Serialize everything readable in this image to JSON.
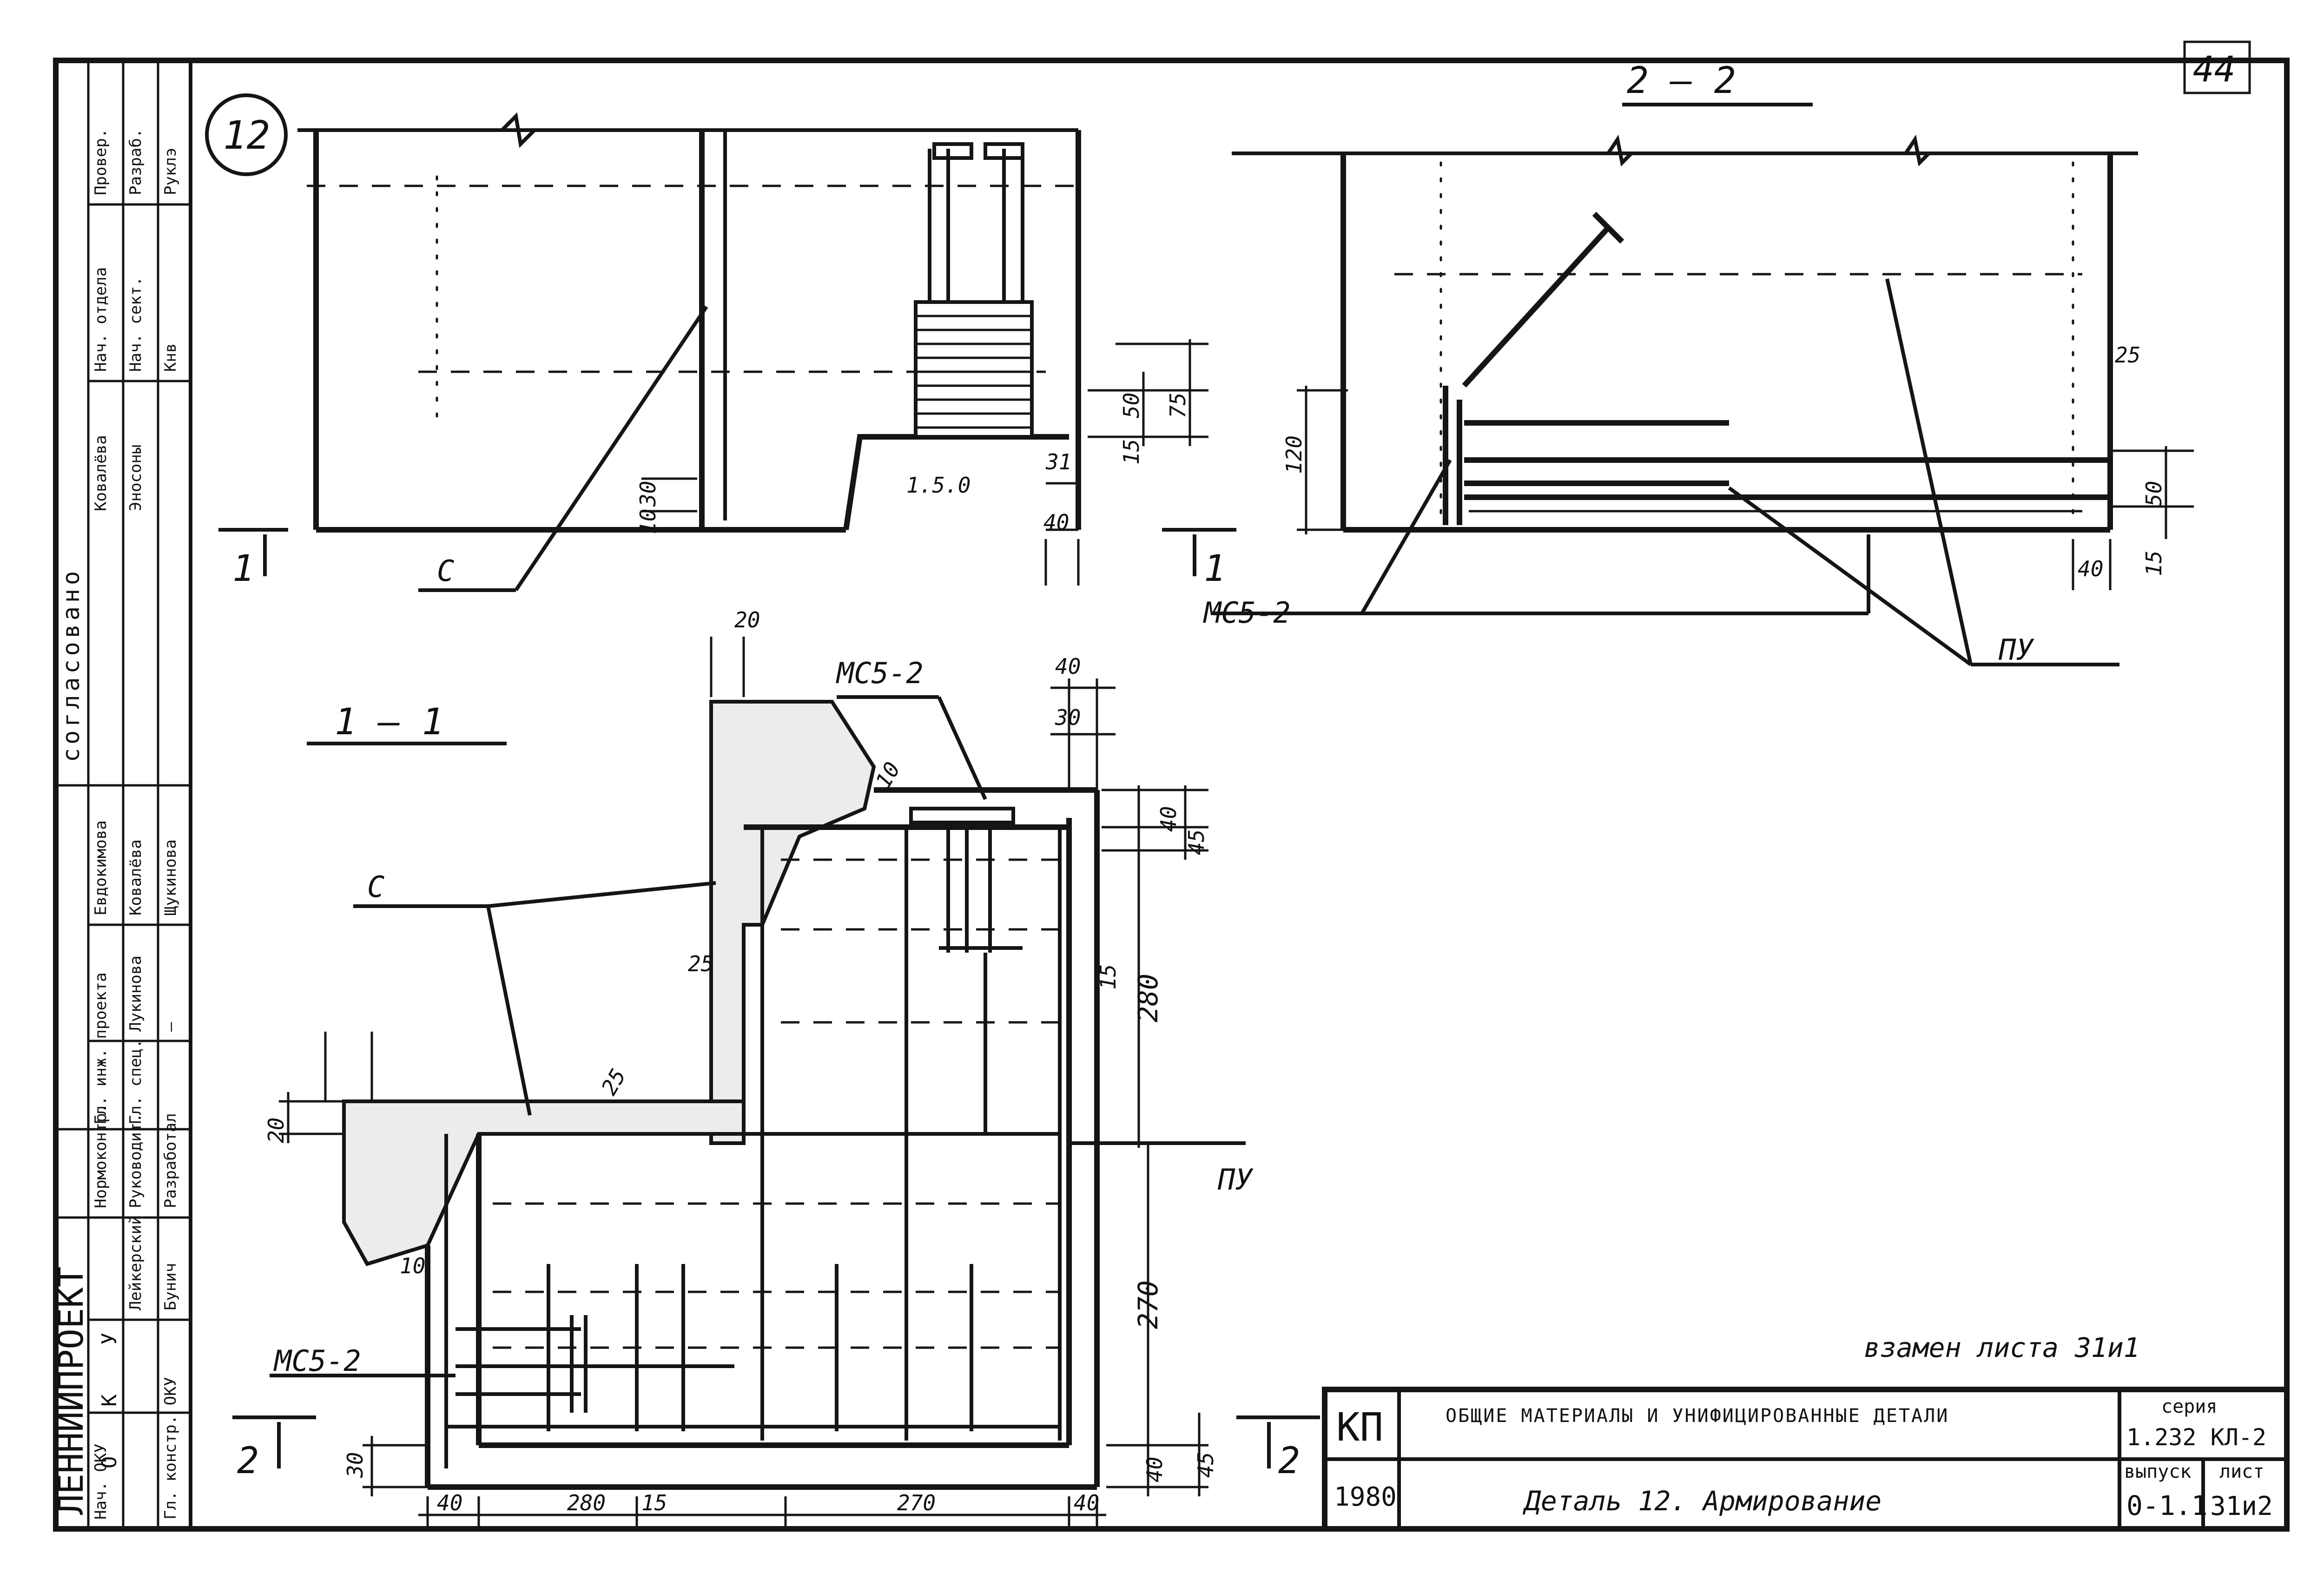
{
  "sheet": {
    "sheet_number": "44",
    "detail_circle": "12"
  },
  "views": {
    "section_2_2_title": "2 — 2",
    "section_1_1_title": "1 — 1",
    "cut_mark_1_left": "1",
    "cut_mark_1_right": "1",
    "cut_mark_2_left": "2",
    "cut_mark_2_right": "2"
  },
  "labels": {
    "c_top": "С",
    "c_mid": "С",
    "mc5_top_right": "МС5-2",
    "mc5_mid": "МС5-2",
    "mc5_bottom": "МС5-2",
    "pu_top": "ПУ",
    "pu_mid": "ПУ",
    "replacement_note": "взамен листа 31и1",
    "blurred_figure": "1.5.0"
  },
  "dimensions": {
    "top_left": [
      "30",
      "10",
      "31",
      "40",
      "15",
      "50",
      "75"
    ],
    "top_right": [
      "120",
      "25",
      "50",
      "15",
      "40"
    ],
    "section_1_1": [
      "20",
      "40",
      "30",
      "10",
      "40",
      "45",
      "25",
      "15",
      "280",
      "25",
      "20",
      "10",
      "270",
      "30",
      "40",
      "280",
      "15",
      "270",
      "40",
      "45",
      "40"
    ]
  },
  "title_block": {
    "code": "КП",
    "year": "1980",
    "heading": "ОБЩИЕ МАТЕРИАЛЫ И УНИФИЦИРОВАННЫЕ ДЕТАЛИ",
    "subheading": "",
    "title": "Деталь 12. Армирование",
    "series_label": "серия",
    "series_value": "1.232 КЛ-2",
    "issue_label": "выпуск",
    "issue_value": "0-1.1",
    "sheet_label": "лист",
    "sheet_value": "31и2"
  },
  "side_stamp": {
    "org": "ЛЕННИИПРОЕКТ",
    "dept": "О К У",
    "approved": "согласовано",
    "rows_upper": [
      "Провер.",
      "Нач. отдела",
      "Разраб.",
      "Нач. сект."
    ],
    "names_upper": [
      "Ковалёва",
      "Эносоны",
      "Руклэ",
      "Кнв"
    ],
    "rows_lower": [
      "Гл. инж. проекта",
      "Гл. спец.",
      "Разработал",
      "Руководит.",
      "Нормоконтр."
    ],
    "names_lower": [
      "Евдокимова",
      "Ковалёва",
      "Щукинова",
      "—",
      "Лукинова"
    ],
    "rows_bottom": [
      "Нач. ОКУ",
      "Гл. констр. ОКУ"
    ],
    "names_bottom": [
      "Лейкерский",
      "Бунич"
    ]
  }
}
